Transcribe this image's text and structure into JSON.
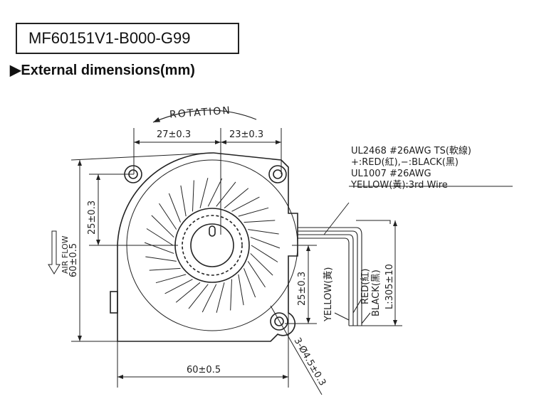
{
  "model": "MF60151V1-B000-G99",
  "section_marker": "▶",
  "section_title": "External dimensions(mm)",
  "drawing": {
    "rotation_label": "ROTATION",
    "air_flow_label": "AIR FLOW",
    "dim_top_left": "27±0.3",
    "dim_top_right": "23±0.3",
    "dim_left_inner": "25±0.3",
    "dim_left_outer": "60±0.5",
    "dim_bottom": "60±0.5",
    "dim_right_inner": "25±0.3",
    "dim_hole": "3-Ø4.5±0.3",
    "dim_lead_length": "L:305±10",
    "wire_spec": [
      "UL2468  #26AWG  TS(軟線)",
      "+:RED(紅),−:BLACK(黑)",
      "UL1007  #26AWG",
      "YELLOW(黃):3rd  Wire"
    ],
    "wire_yellow": "YELLOW(黃)",
    "wire_red": "RED(紅)",
    "wire_black": "BLACK(黑)"
  }
}
